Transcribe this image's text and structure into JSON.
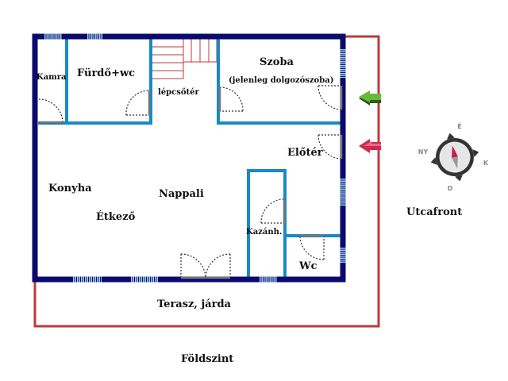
{
  "rooms": {
    "kamra": "Kamra",
    "furdo": "Fürdő+wc",
    "lepcsoter": "lépcsőtér",
    "szoba": "Szoba",
    "szoba_note": "(jelenleg dolgozószoba)",
    "eloter": "Előtér",
    "konyha": "Konyha",
    "nappali": "Nappali",
    "etkezo": "Étkező",
    "kazanh": "Kazánh.",
    "wc": "Wc",
    "terasz": "Terasz, járda"
  },
  "street": "Utcafront",
  "level": "Földszint",
  "compass": {
    "north": "É",
    "east": "K",
    "south": "D",
    "west": "NY"
  },
  "colors": {
    "outer_wall": "#0a0a6e",
    "inner_wall": "#1a8ac4",
    "plot": "#c0393b",
    "arrow_green": "#6ab83a",
    "arrow_red": "#d0284e"
  }
}
